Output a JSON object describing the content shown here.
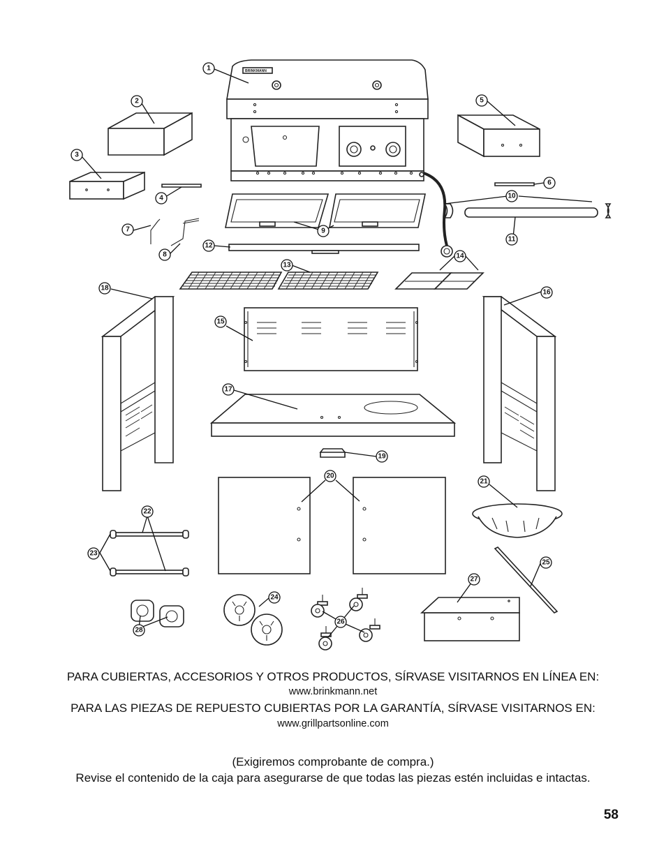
{
  "diagram": {
    "brand_label": "BRINKMANN",
    "callouts": [
      "1",
      "2",
      "3",
      "4",
      "5",
      "6",
      "7",
      "8",
      "9",
      "10",
      "11",
      "12",
      "13",
      "14",
      "15",
      "16",
      "17",
      "18",
      "19",
      "20",
      "21",
      "22",
      "23",
      "24",
      "25",
      "26",
      "27",
      "28"
    ]
  },
  "footer": {
    "line1": "PARA CUBIERTAS, ACCESORIOS Y OTROS PRODUCTOS, SÍRVASE VISITARNOS EN LÍNEA EN:",
    "url1": "www.brinkmann.net",
    "line2": "PARA LAS PIEZAS DE REPUESTO CUBIERTAS POR LA GARANTÍA, SÍRVASE VISITARNOS EN:",
    "url2": "www.grillpartsonline.com",
    "note1": "(Exigiremos comprobante de compra.)",
    "note2": "Revise el contenido de la caja para asegurarse de que todas las piezas estén incluidas e intactas."
  },
  "page_number": "58"
}
